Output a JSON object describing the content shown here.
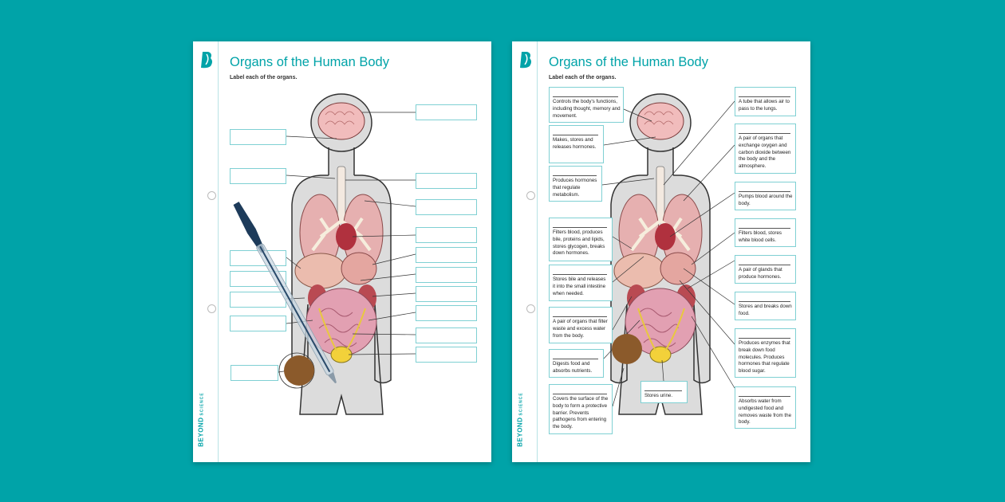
{
  "worksheet": {
    "title": "Organs of the Human Body",
    "subtitle": "Label each of the organs.",
    "brand": "BEYOND",
    "brand_sub": "SCIENCE",
    "logo_letter": "B"
  },
  "colors": {
    "background": "#00a3a8",
    "accent": "#00a3a8",
    "box_border": "#7fd0d3"
  },
  "answer_sheet": {
    "left_descriptions": [
      "Controls the body's functions, including thought, memory and movement.",
      "Makes, stores and releases hormones.",
      "Produces hormones that regulate metabolism.",
      "Filters blood, produces bile, proteins and lipids, stores glycogen, breaks down hormones.",
      "Stores bile and releases it into the small intestine when needed.",
      "A pair of organs that filter waste and excess water from the body.",
      "Digests food and absorbs nutrients.",
      "Covers the surface of the body to form a protective barrier. Prevents pathogens from entering the body."
    ],
    "center_descriptions": [
      "Stores urine."
    ],
    "right_descriptions": [
      "A tube that allows air to pass to the lungs.",
      "A pair of organs that exchange oxygen and carbon dioxide between the body and the atmosphere.",
      "Pumps blood around the body.",
      "Filters blood, stores white blood cells.",
      "A pair of glands that produce hormones.",
      "Stores and breaks down food.",
      "Produces enzymes that break down food molecules. Produces hormones that regulate blood sugar.",
      "Absorbs water from undigested food and removes waste from the body."
    ]
  }
}
